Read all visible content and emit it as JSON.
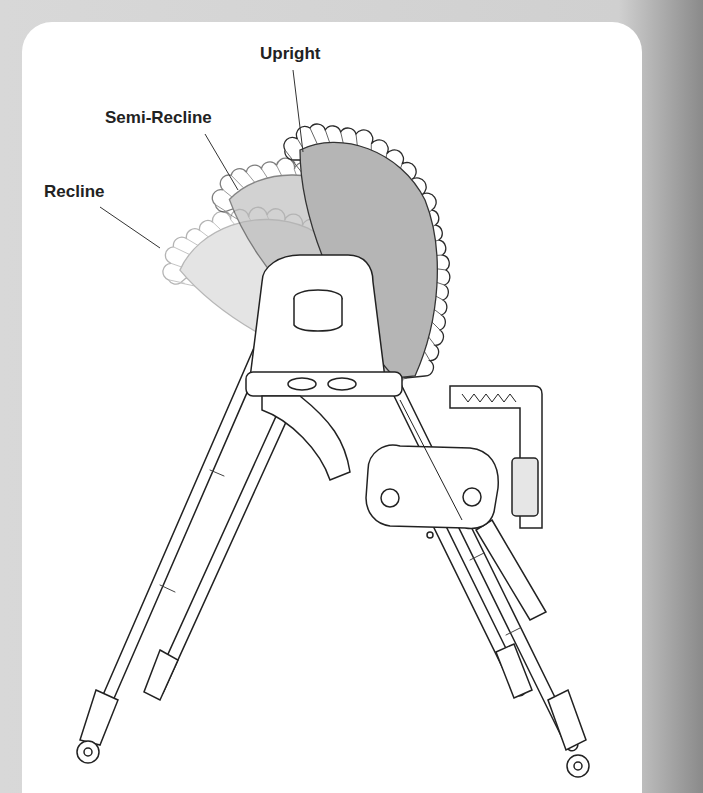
{
  "diagram": {
    "labels": [
      "Upright",
      "Semi-Recline",
      "Recline"
    ]
  }
}
